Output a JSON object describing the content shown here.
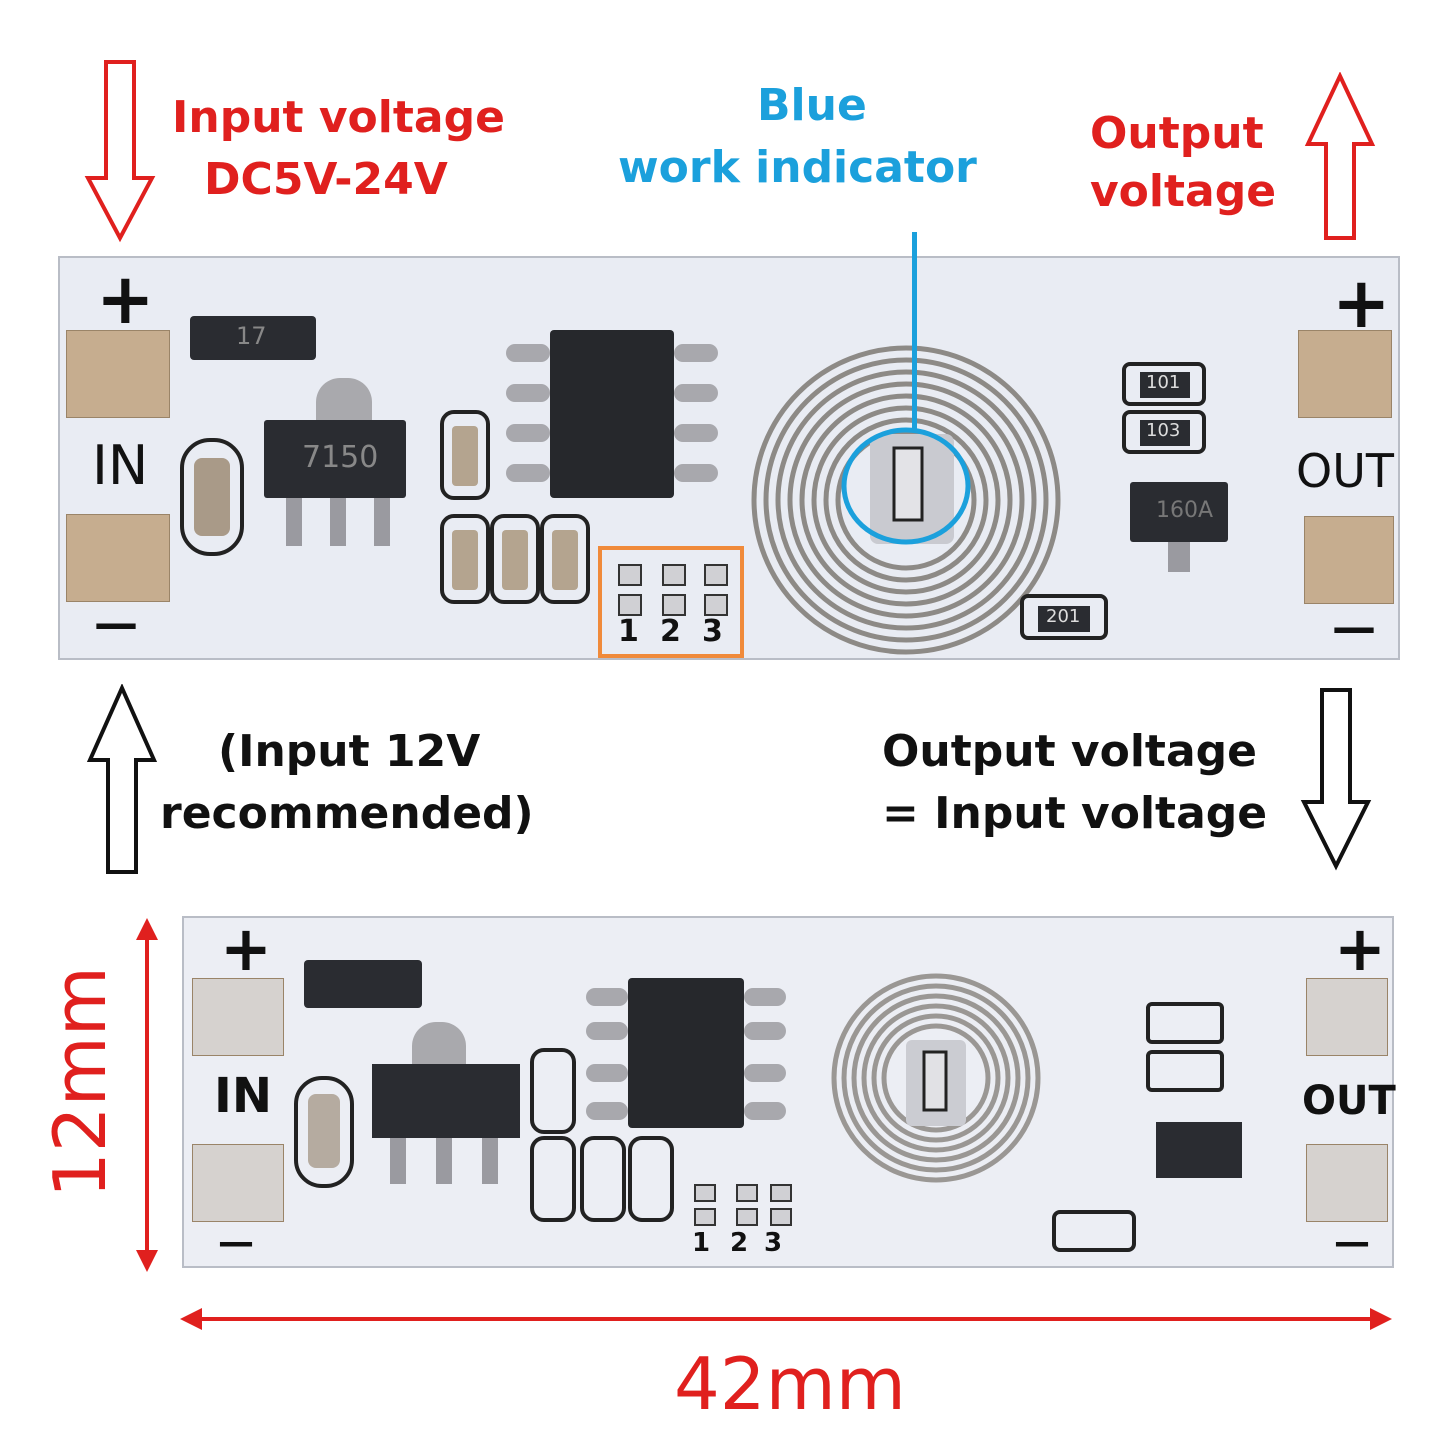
{
  "labels": {
    "input_voltage_line1": "Input voltage",
    "input_voltage_line2": "DC5V-24V",
    "blue_line1": "Blue",
    "blue_line2": "work indicator",
    "output_voltage_line1": "Output",
    "output_voltage_line2": "voltage",
    "recommend_line1": "(Input 12V",
    "recommend_line2": "recommended)",
    "equal_line1": "Output voltage",
    "equal_line2": "= Input voltage"
  },
  "board": {
    "plus": "+",
    "minus": "—",
    "in": "IN",
    "out": "OUT",
    "chip_7150": "7150",
    "chip_17": "17",
    "chip_160a": "160A",
    "res_101": "101",
    "res_103": "103",
    "res_201": "201",
    "pin1": "1",
    "pin2": "2",
    "pin3": "3"
  },
  "dimensions": {
    "height": "12mm",
    "width": "42mm"
  },
  "colors": {
    "red": "#e0201e",
    "blue": "#1ba0dc",
    "orange": "#f08a3a"
  }
}
